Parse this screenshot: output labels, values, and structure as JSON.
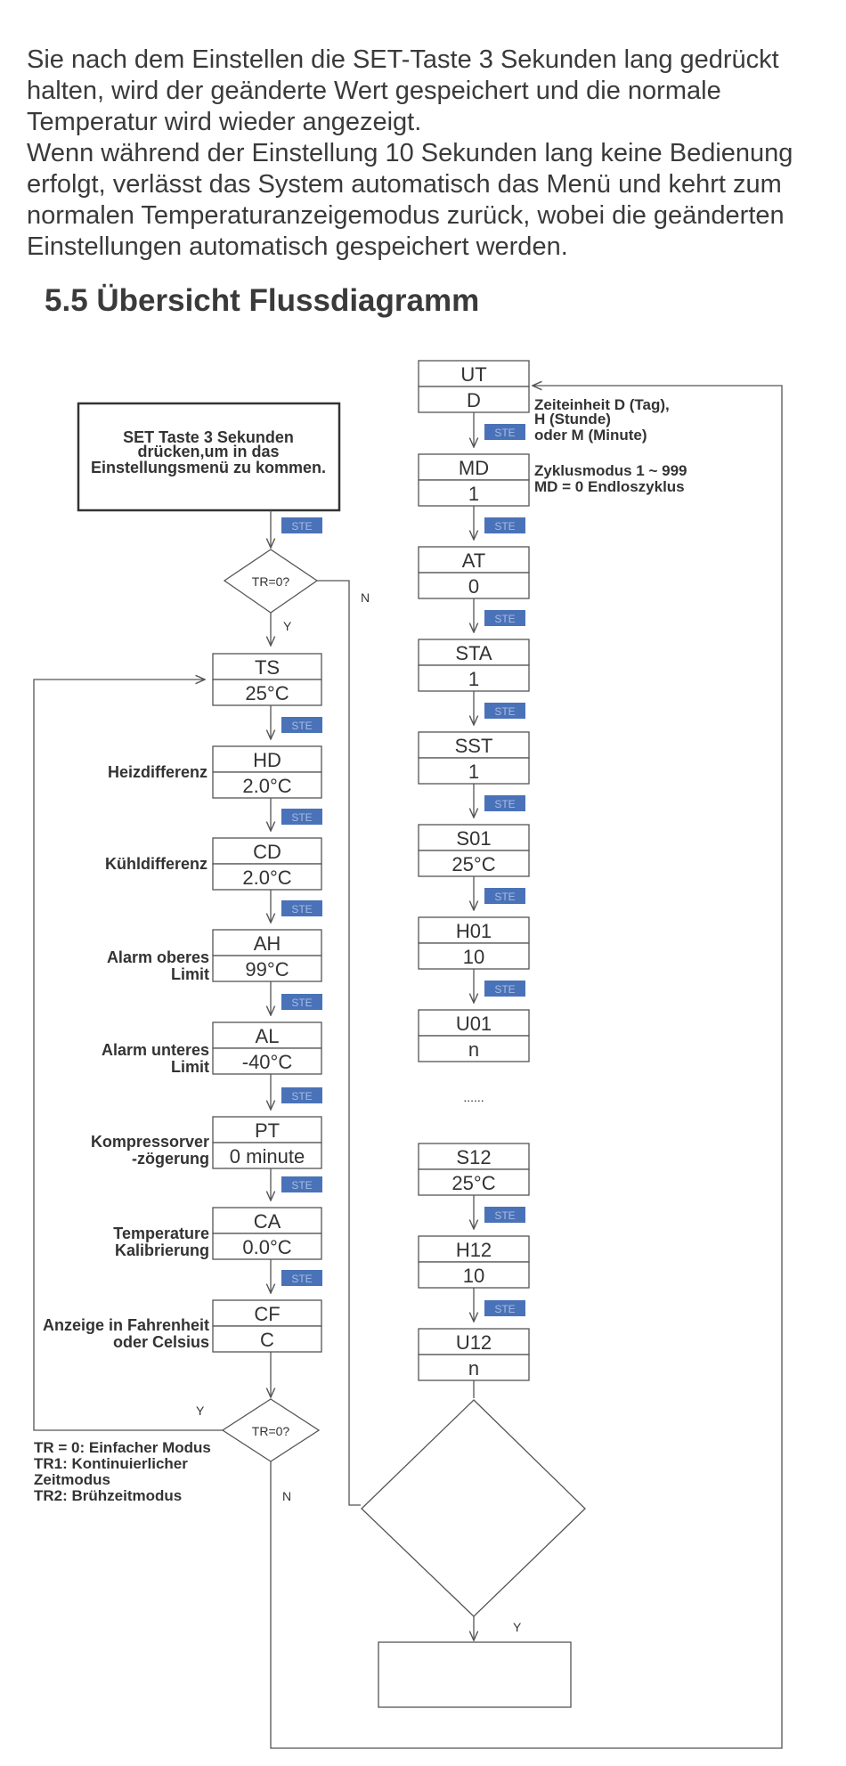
{
  "intro": {
    "p1": "Sie nach dem Einstellen die SET-Taste 3 Sekunden lang gedrückt halten, wird der geänderte Wert gespeichert und die normale Temperatur wird wieder angezeigt.",
    "p2": "Wenn während der Einstellung 10 Sekunden lang keine Bedienung erfolgt, verlässt das System automatisch das Menü und kehrt zum normalen Temperaturanzeigemodus zurück, wobei die geänderten Einstellungen automatisch gespeichert werden."
  },
  "section": {
    "title": "5.5 Übersicht Flussdiagramm"
  },
  "diagram": {
    "start": {
      "line1": "SET Taste 3 Sekunden",
      "line2": "drücken,um in das",
      "line3": "Einstellungsmenü zu kommen."
    },
    "step_label": "STE",
    "decision1": "TR=0?",
    "decision2": "TR=0?",
    "yes": "Y",
    "no": "N",
    "left_boxes": [
      {
        "code": "TS",
        "value": "25°C",
        "label1": "",
        "label2": ""
      },
      {
        "code": "HD",
        "value": "2.0°C",
        "label1": "Heizdifferenz",
        "label2": ""
      },
      {
        "code": "CD",
        "value": "2.0°C",
        "label1": "Kühldifferenz",
        "label2": ""
      },
      {
        "code": "AH",
        "value": "99°C",
        "label1": "Alarm oberes",
        "label2": "Limit"
      },
      {
        "code": "AL",
        "value": "-40°C",
        "label1": "Alarm unteres",
        "label2": "Limit"
      },
      {
        "code": "PT",
        "value": "0 minute",
        "label1": "Kompressorver",
        "label2": "-zögerung"
      },
      {
        "code": "CA",
        "value": "0.0°C",
        "label1": "Temperature",
        "label2": "Kalibrierung"
      },
      {
        "code": "CF",
        "value": "C",
        "label1": "Anzeige in Fahrenheit",
        "label2": "oder Celsius"
      }
    ],
    "mode_note": {
      "line1": "TR = 0: Einfacher Modus",
      "line2": "TR1: Kontinuierlicher",
      "line3": "Zeitmodus",
      "line4": "TR2: Brühzeitmodus"
    },
    "right_boxes": [
      {
        "code": "UT",
        "value": "D"
      },
      {
        "code": "MD",
        "value": "1"
      },
      {
        "code": "AT",
        "value": "0"
      },
      {
        "code": "STA",
        "value": "1"
      },
      {
        "code": "SST",
        "value": "1"
      },
      {
        "code": "S01",
        "value": "25°C"
      },
      {
        "code": "H01",
        "value": "10"
      },
      {
        "code": "U01",
        "value": "n"
      },
      {
        "code": "S12",
        "value": "25°C"
      },
      {
        "code": "H12",
        "value": "10"
      },
      {
        "code": "U12",
        "value": "n"
      }
    ],
    "ut_note": {
      "line1": "Zeiteinheit D (Tag),",
      "line2": "H (Stunde)",
      "line3": "oder M (Minute)"
    },
    "md_note": {
      "line1": "Zyklusmodus 1 ~ 999",
      "line2": "MD = 0 Endloszyklus"
    },
    "ellipsis": "......"
  }
}
